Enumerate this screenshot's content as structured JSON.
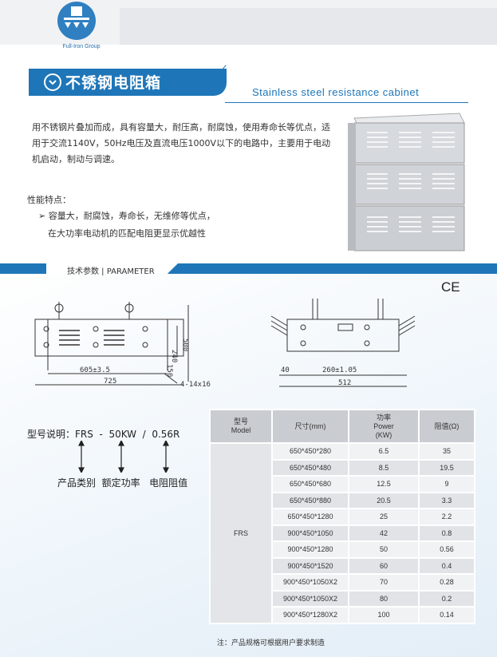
{
  "header": {
    "logo_text": "Full-Iron Group",
    "title_cn": "不锈钢电阻箱",
    "title_en": "Stainless steel resistance cabinet"
  },
  "intro": {
    "paragraph": "用不锈钢片叠加而成，具有容量大，耐压高，耐腐蚀，使用寿命长等优点，适用于交流1140V，50Hz电压及直流电压1000V以下的电路中，主要用于电动机启动，制动与调速。",
    "features_heading": "性能特点：",
    "feature_line1": "➢ 容量大，耐腐蚀，寿命长，无维修等优点，",
    "feature_line2": "在大功率电动机的匹配电阻更显示优越性"
  },
  "parameter_header": "技术参数 | PARAMETER",
  "ce_mark": "CE",
  "drawing": {
    "left": {
      "dim_605": "605±3.5",
      "dim_725": "725",
      "dim_240": "240",
      "dim_500": "500",
      "dim_150": "150",
      "hole_label": "4-14x16"
    },
    "right": {
      "dim_40": "40",
      "dim_260": "260±1.05",
      "dim_512": "512"
    }
  },
  "model": {
    "label": "型号说明：FRS  -  50KW  /  0.56R",
    "explanation": "产品类别  额定功率   电阻阻值"
  },
  "table": {
    "headers": [
      {
        "cn": "型号",
        "en": "Model"
      },
      {
        "cn": "尺寸(mm)",
        "en": ""
      },
      {
        "cn": "功率",
        "en": "Power",
        "unit": "(KW)"
      },
      {
        "cn": "阻值(Ω)",
        "en": ""
      }
    ],
    "model": "FRS",
    "rows": [
      [
        "650*450*280",
        "6.5",
        "35"
      ],
      [
        "650*450*480",
        "8.5",
        "19.5"
      ],
      [
        "650*450*680",
        "12.5",
        "9"
      ],
      [
        "650*450*880",
        "20.5",
        "3.3"
      ],
      [
        "650*450*1280",
        "25",
        "2.2"
      ],
      [
        "900*450*1050",
        "42",
        "0.8"
      ],
      [
        "900*450*1280",
        "50",
        "0.56"
      ],
      [
        "900*450*1520",
        "60",
        "0.4"
      ],
      [
        "900*450*1050X2",
        "70",
        "0.28"
      ],
      [
        "900*450*1050X2",
        "80",
        "0.2"
      ],
      [
        "900*450*1280X2",
        "100",
        "0.14"
      ]
    ]
  },
  "note": "注：产品规格可根据用户要求制造",
  "colors": {
    "brand_blue": "#1e76b8",
    "table_header": "#c9ccd1"
  }
}
